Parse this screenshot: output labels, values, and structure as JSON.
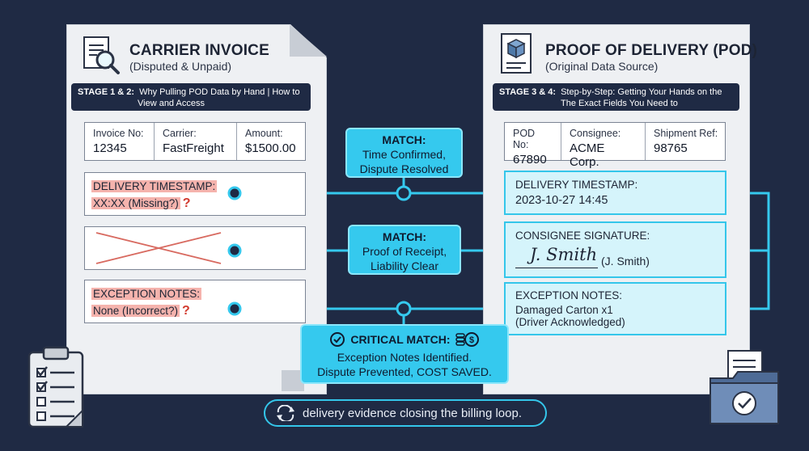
{
  "invoice": {
    "title": "CARRIER INVOICE",
    "subtitle": "(Disputed & Unpaid)",
    "stage_label": "STAGE 1 & 2:",
    "stage_text_1": "Why Pulling POD Data by Hand | How to",
    "stage_text_2": "View and Access",
    "meta": [
      {
        "label": "Invoice No:",
        "value": "12345"
      },
      {
        "label": "Carrier:",
        "value": "FastFreight"
      },
      {
        "label": "Amount:",
        "value": "$1500.00"
      }
    ],
    "timestamp_label": "DELIVERY TIMESTAMP:",
    "timestamp_value": "XX:XX (Missing?)",
    "exception_label": "EXCEPTION NOTES:",
    "exception_value": "None (Incorrect?)",
    "question_mark": "?"
  },
  "pod": {
    "title": "PROOF OF DELIVERY (POD)",
    "subtitle": "(Original Data Source)",
    "stage_label": "STAGE 3 & 4:",
    "stage_text_1": "Step-by-Step: Getting Your Hands on the",
    "stage_text_2": "The Exact Fields You Need to",
    "meta": [
      {
        "label": "POD No:",
        "value": "67890"
      },
      {
        "label": "Consignee:",
        "value": "ACME Corp."
      },
      {
        "label": "Shipment Ref:",
        "value": "98765"
      }
    ],
    "timestamp_label": "DELIVERY TIMESTAMP:",
    "timestamp_value": "2023-10-27 14:45",
    "signature_label": "CONSIGNEE SIGNATURE:",
    "signature_script": "J. Smith",
    "signature_name": "(J. Smith)",
    "exception_label": "EXCEPTION NOTES:",
    "exception_value_1": "Damaged Carton x1",
    "exception_value_2": "(Driver Acknowledged)"
  },
  "matches": {
    "time": {
      "title": "MATCH:",
      "line1": "Time Confirmed,",
      "line2": "Dispute Resolved"
    },
    "receipt": {
      "title": "MATCH:",
      "line1": "Proof of Receipt,",
      "line2": "Liability Clear"
    },
    "critical": {
      "title": "CRITICAL MATCH:",
      "line1": "Exception Notes Identified.",
      "line2": "Dispute Prevented, COST SAVED."
    }
  },
  "caption": "delivery evidence closing the billing loop.",
  "colors": {
    "background": "#1f2a44",
    "accent": "#35c9ee",
    "missing_highlight": "#f5b3ad",
    "error_red": "#d23a2e",
    "pod_field_fill": "#d5f4fb"
  }
}
